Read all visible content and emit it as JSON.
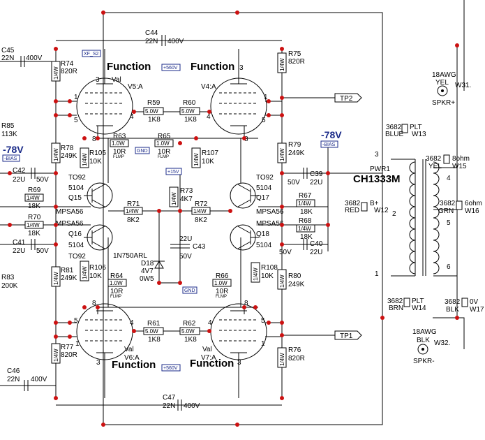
{
  "tubes": {
    "v5": {
      "title": "Function",
      "ref": "V5:A",
      "val": "Val",
      "p1": "1",
      "p3": "3",
      "p4": "4",
      "p5": "5",
      "p8": "8"
    },
    "v4": {
      "title": "Function",
      "ref": "V4:A",
      "p1": "1",
      "p3": "3",
      "p4": "4",
      "p5": "5",
      "p8": "8"
    },
    "v6": {
      "title": "Function",
      "ref": "V6:A",
      "val": "Val",
      "p1": "1",
      "p3": "3",
      "p4": "4",
      "p5": "5",
      "p8": "8"
    },
    "v7": {
      "title": "Function",
      "ref": "V7:A",
      "val": "Val",
      "p1": "1",
      "p3": "3",
      "p4": "4",
      "p5": "5",
      "p8": "8"
    }
  },
  "caps": {
    "c44": {
      "ref": "C44",
      "v1": "22N",
      "v2": "400V"
    },
    "c45": {
      "ref": "C45",
      "v1": "22N",
      "v2": "400V"
    },
    "c46": {
      "ref": "C46",
      "v1": "22N",
      "v2": "400V"
    },
    "c47": {
      "ref": "C47",
      "v1": "22N",
      "v2": "400V"
    },
    "c42": {
      "ref": "C42",
      "v1": "22U",
      "v2": "50V"
    },
    "c41": {
      "ref": "C41",
      "v1": "22U",
      "v2": "50V"
    },
    "c39": {
      "ref": "C39",
      "v1": "22U",
      "v2": "50V"
    },
    "c40": {
      "ref": "C40",
      "v1": "22U",
      "v2": "50V"
    },
    "c43": {
      "ref": "C43",
      "v1": "22U",
      "v2": "50V"
    }
  },
  "resistors": {
    "r74": {
      "ref": "R74",
      "val": "820R",
      "pw": "1/4W"
    },
    "r75": {
      "ref": "R75",
      "val": "820R",
      "pw": "1/4W"
    },
    "r77": {
      "ref": "R77",
      "val": "820R",
      "pw": "1/4W"
    },
    "r76": {
      "ref": "R76",
      "val": "820R",
      "pw": "1/4W"
    },
    "r59": {
      "ref": "R59",
      "val": "1K8",
      "pw": "5.0W"
    },
    "r60": {
      "ref": "R60",
      "val": "1K8",
      "pw": "5.0W"
    },
    "r61": {
      "ref": "R61",
      "val": "1K8",
      "pw": "5.0W"
    },
    "r62": {
      "ref": "R62",
      "val": "1K8",
      "pw": "5.0W"
    },
    "r63": {
      "ref": "R63",
      "val": "10R",
      "pw": "1.0W",
      "note": "FLMP"
    },
    "r65": {
      "ref": "R65",
      "val": "10R",
      "pw": "1.0W",
      "note": "FLMP"
    },
    "r64": {
      "ref": "R64",
      "val": "10R",
      "pw": "1.0W",
      "note": "FLMP"
    },
    "r66": {
      "ref": "R66",
      "val": "10R",
      "pw": "1.0W",
      "note": "FLMP"
    },
    "r78": {
      "ref": "R78",
      "val": "249K",
      "pw": "1/4W"
    },
    "r79": {
      "ref": "R79",
      "val": "249K",
      "pw": "1/4W"
    },
    "r81": {
      "ref": "R81",
      "val": "249K",
      "pw": "1/4W"
    },
    "r80": {
      "ref": "R80",
      "val": "249K",
      "pw": "1/4W"
    },
    "r105": {
      "ref": "R105",
      "val": "10K",
      "pw": "1/4W"
    },
    "r107": {
      "ref": "R107",
      "val": "10K",
      "pw": "1/4W"
    },
    "r106": {
      "ref": "R106",
      "val": "10K",
      "pw": "1/4W"
    },
    "r108": {
      "ref": "R108",
      "val": "10K",
      "pw": "1/4W"
    },
    "r69": {
      "ref": "R69",
      "val": "18K",
      "pw": "1/4W"
    },
    "r70": {
      "ref": "R70",
      "val": "18K",
      "pw": "1/4W"
    },
    "r67": {
      "ref": "R67",
      "val": "18K",
      "pw": "1/4W"
    },
    "r68": {
      "ref": "R68",
      "val": "18K",
      "pw": "1/4W"
    },
    "r71": {
      "ref": "R71",
      "val": "8K2",
      "pw": "1/4W"
    },
    "r72": {
      "ref": "R72",
      "val": "8K2",
      "pw": "1/4W"
    },
    "r73": {
      "ref": "R73",
      "val": "4K7",
      "pw": "1/4W"
    },
    "r85": {
      "ref": "R85",
      "val": "113K"
    },
    "r83": {
      "ref": "R83",
      "val": "200K"
    }
  },
  "transistors": {
    "q15": {
      "ref": "Q15",
      "pkg": "TO92",
      "num": "5104",
      "type": "MPSA56"
    },
    "q16": {
      "ref": "Q16",
      "pkg": "TO92",
      "num": "5104",
      "type": "MPSA56"
    },
    "q17": {
      "ref": "Q17",
      "pkg": "TO92",
      "num": "5104",
      "type": "MPSA56"
    },
    "q18": {
      "ref": "Q18",
      "pkg": "TO92",
      "num": "5104",
      "type": "MPSA56"
    }
  },
  "diode": {
    "part": "1N750ARL",
    "ref": "D18",
    "v": "4V7",
    "p": "0W5"
  },
  "tags": {
    "xfs2": "XF_S2",
    "v560": "+560V",
    "gnd": "GND",
    "v15": "+15V",
    "bias": "-BIAS",
    "tp1": "TP1",
    "tp2": "TP2"
  },
  "bias_left": "-78V",
  "bias_right": "-78V",
  "transformer": {
    "name": "CH1333M",
    "ref": "PWR1",
    "pin3": "3",
    "pin4": "4",
    "pin2": "2",
    "pin5": "5",
    "pin6": "6",
    "pin1": "1",
    "w13": {
      "code": "3682",
      "col": "BLUE",
      "wire": "PLT",
      "w": "W13"
    },
    "w15": {
      "code": "3682",
      "col": "YEL",
      "wire": "8ohm",
      "w": "W15"
    },
    "w12": {
      "code": "3682",
      "col": "RED",
      "wire": "B+",
      "w": "W12"
    },
    "w16": {
      "code": "3682",
      "col": "GRN",
      "wire": "6ohm",
      "w": "W16"
    },
    "w14": {
      "code": "3682",
      "col": "BRN",
      "wire": "PLT",
      "w": "W14"
    },
    "w17": {
      "code": "3682",
      "col": "BLK",
      "wire": "0V",
      "w": "W17"
    }
  },
  "speaker": {
    "top": {
      "awg": "18AWG",
      "col": "YEL",
      "w": "W31.",
      "lbl": "SPKR+"
    },
    "bot": {
      "awg": "18AWG",
      "col": "BLK",
      "w": "W32.",
      "lbl": "SPKR-"
    }
  }
}
